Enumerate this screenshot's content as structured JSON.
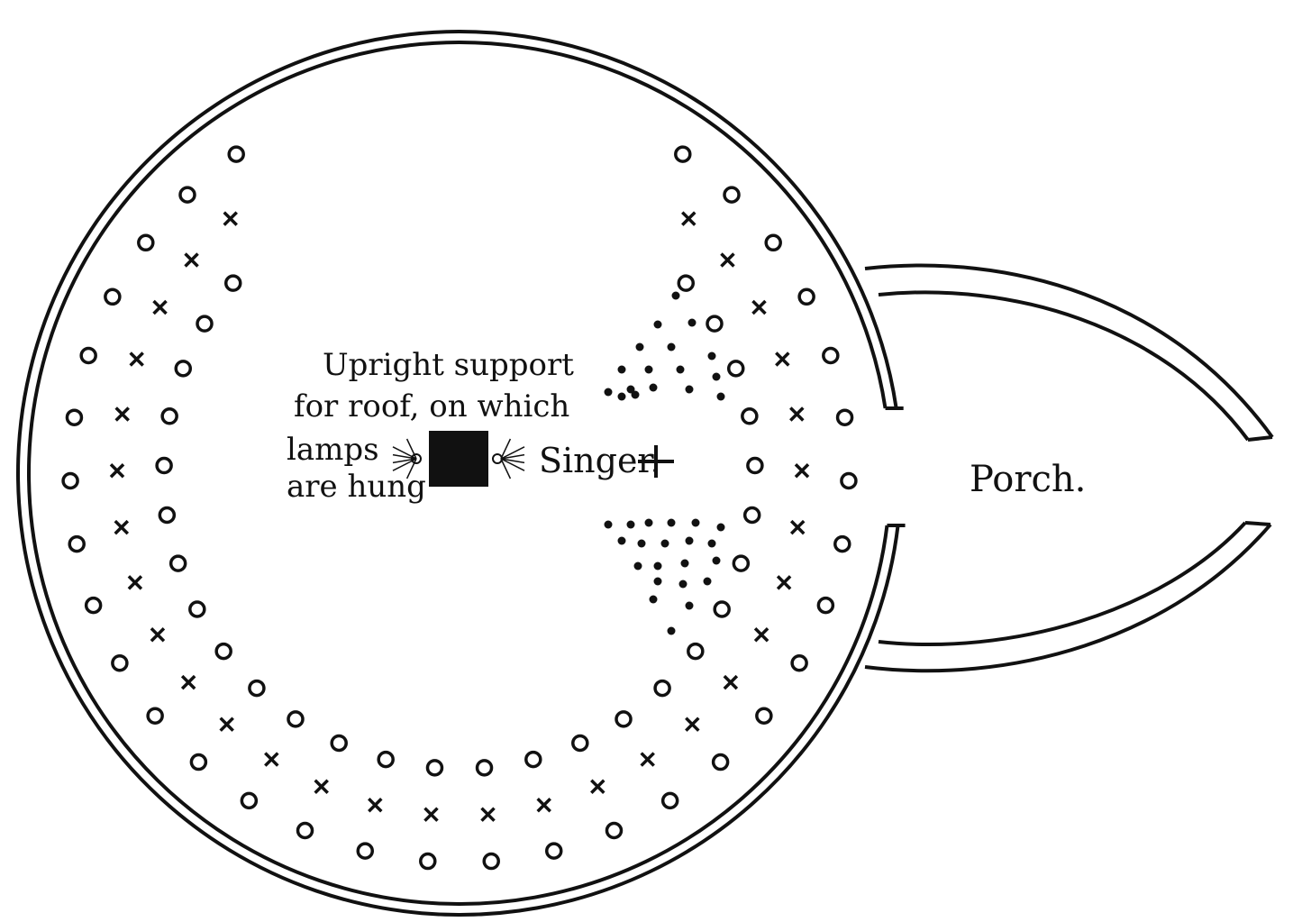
{
  "diagram": {
    "support_label_lines": [
      "Upright support",
      "for roof, on which",
      "lamps",
      "are hung"
    ],
    "singer_label": "Singer.",
    "porch_label": "Porch.",
    "ink_color": "#111111",
    "background_color": "#ffffff",
    "marks": {
      "rows": [
        {
          "kind": "o",
          "items": [
            [
              205,
              95
            ],
            [
              265,
              120
            ],
            [
              330,
              160
            ],
            [
              400,
              215
            ],
            [
              490,
              275
            ],
            [
              548,
              315
            ],
            [
              620,
              360
            ],
            [
              690,
              420
            ],
            [
              770,
              470
            ],
            [
              820,
              530
            ],
            [
              870,
              600
            ],
            [
              900,
              660
            ]
          ]
        },
        {
          "kind": "x",
          "items": [
            [
              230,
              122
            ],
            [
              290,
              150
            ],
            [
              350,
              190
            ],
            [
              430,
              250
            ],
            [
              510,
              305
            ],
            [
              585,
              350
            ],
            [
              660,
              410
            ],
            [
              740,
              465
            ],
            [
              800,
              520
            ],
            [
              850,
              585
            ],
            [
              880,
              640
            ]
          ]
        }
      ]
    }
  }
}
